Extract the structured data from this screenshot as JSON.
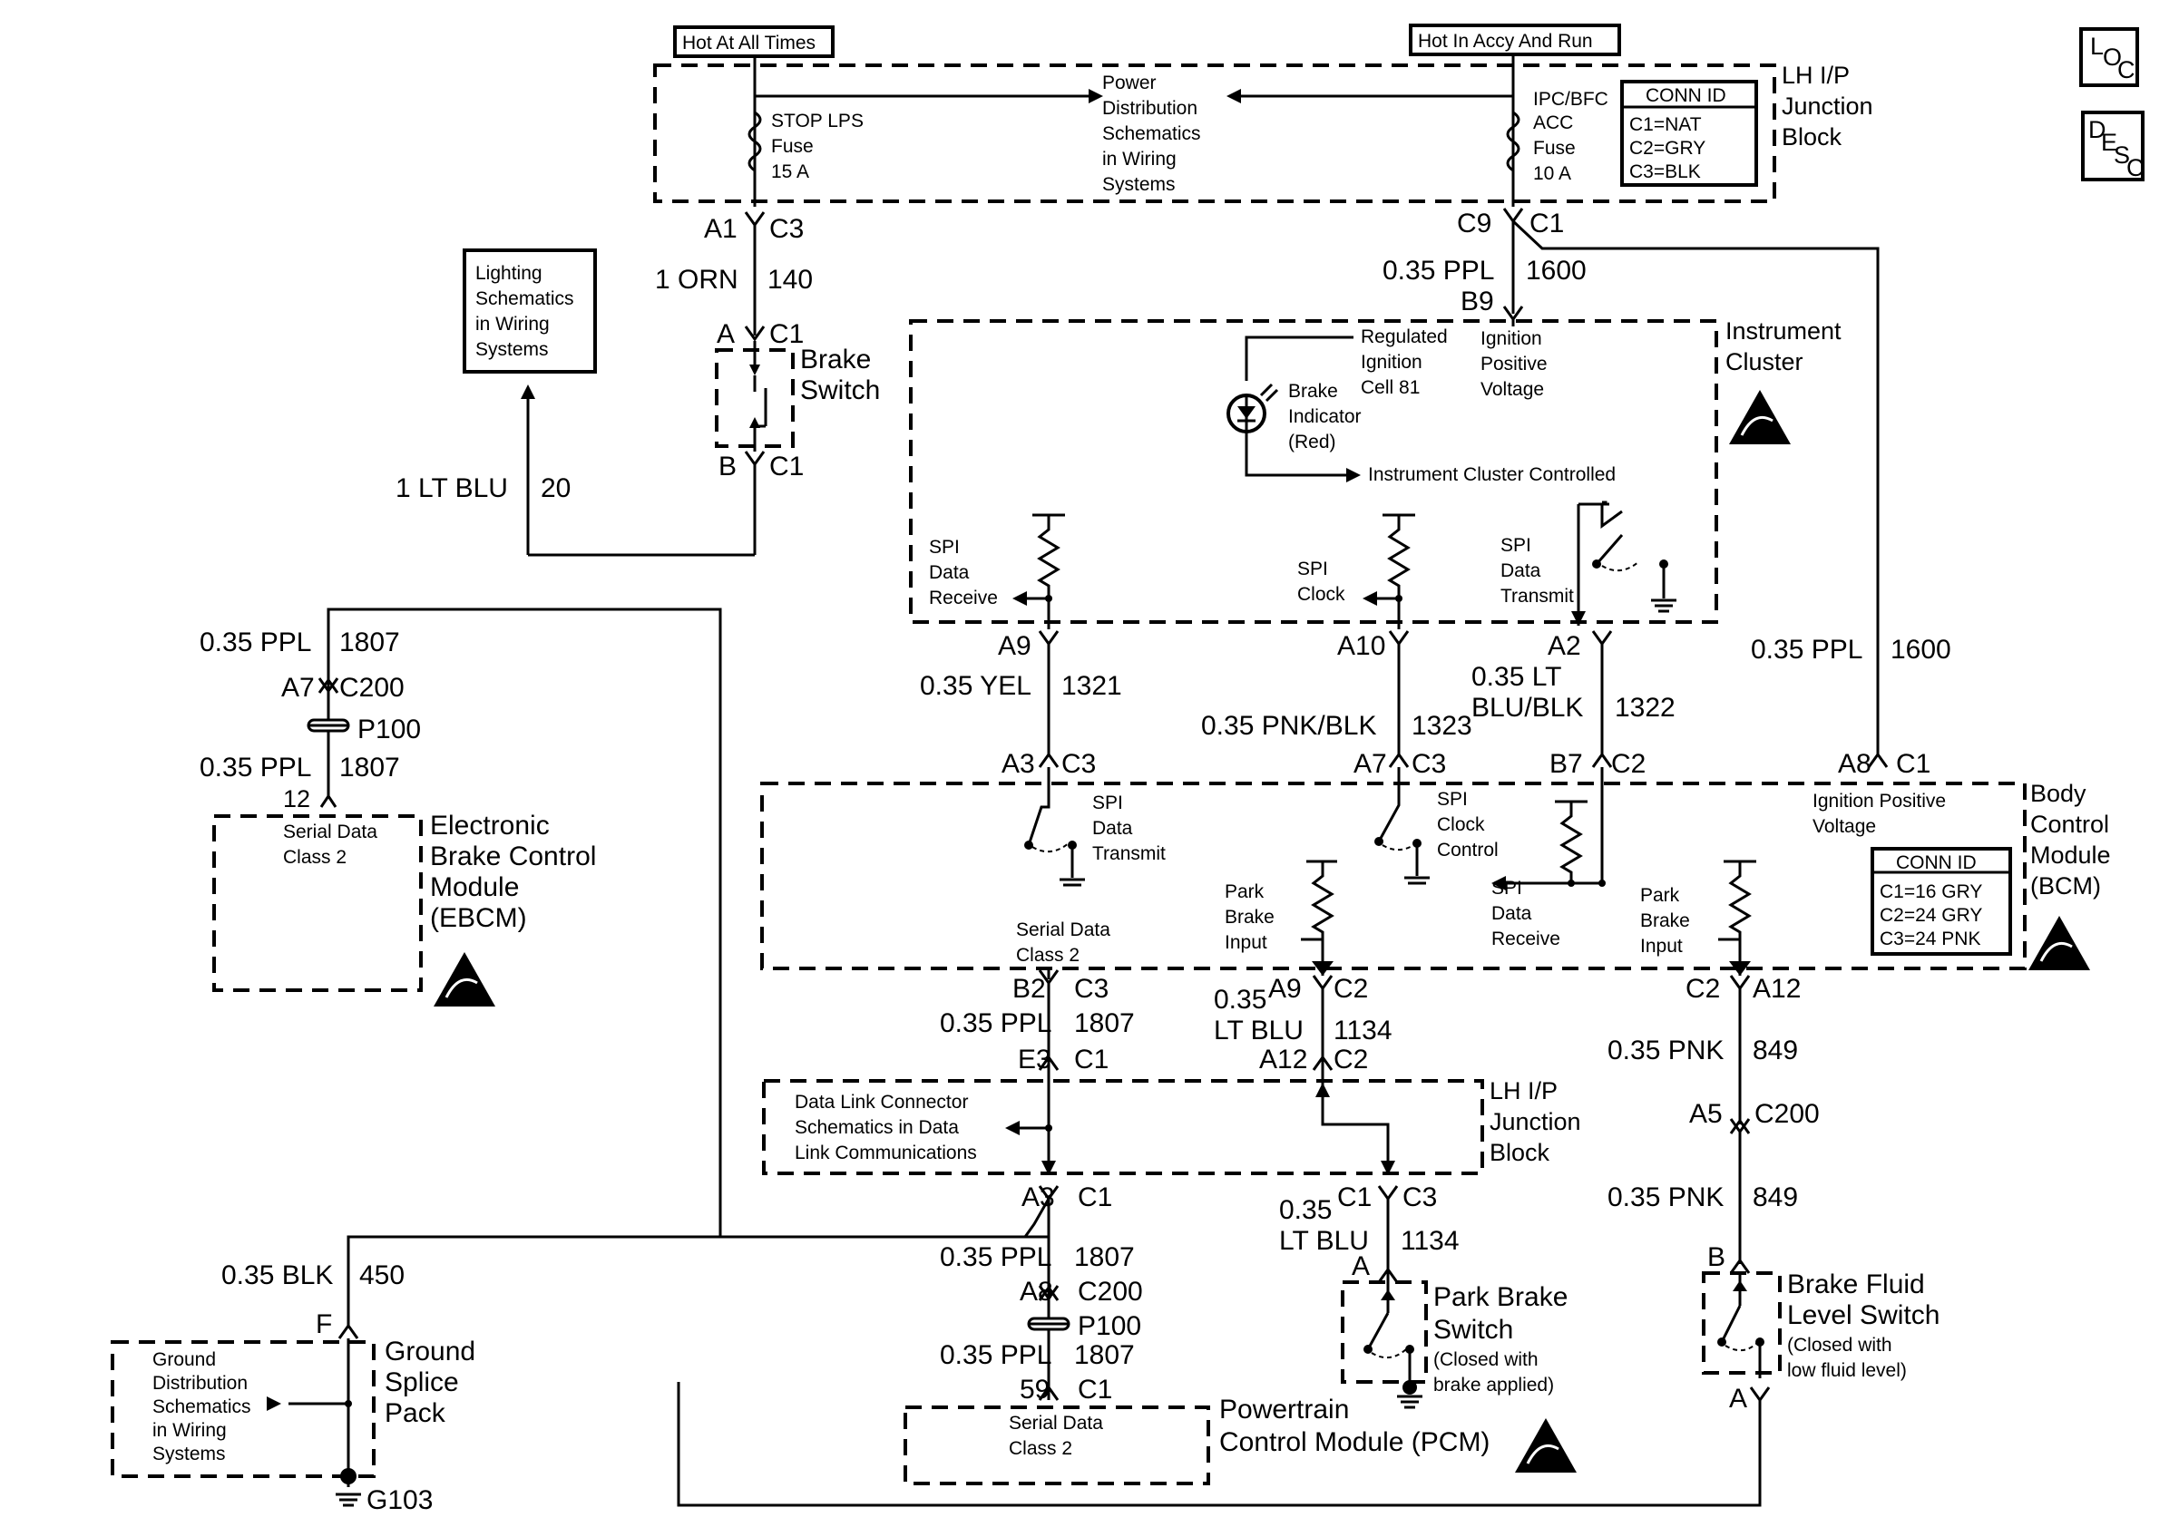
{
  "header": {
    "hot_all": "Hot At All Times",
    "hot_accy": "Hot In Accy And Run"
  },
  "icons": {
    "loc": [
      "L",
      "O",
      "C"
    ],
    "desc": [
      "D",
      "E",
      "S",
      "C"
    ]
  },
  "jb_top": {
    "title": [
      "LH I/P",
      "Junction",
      "Block"
    ],
    "stop_fuse": [
      "STOP LPS",
      "Fuse",
      "15 A"
    ],
    "power_dist": [
      "Power",
      "Distribution",
      "Schematics",
      "in Wiring",
      "Systems"
    ],
    "ipc_fuse": [
      "IPC/BFC",
      "ACC",
      "Fuse",
      "10 A"
    ],
    "conn_id": {
      "title": "CONN ID",
      "rows": [
        "C1=NAT",
        "C2=GRY",
        "C3=BLK"
      ]
    }
  },
  "conn": {
    "a1": "A1",
    "c3_a1": "C3",
    "c9": "C9",
    "c1_c9": "C1",
    "b9": "B9",
    "a_bs": "A",
    "c1_bs": "C1",
    "b_bs": "B",
    "c1_bs2": "C1",
    "a9": "A9",
    "a10": "A10",
    "a2": "A2",
    "a3": "A3",
    "c3_a3": "C3",
    "a7": "A7",
    "c3_a7": "C3",
    "b7": "B7",
    "c2_b7": "C2",
    "a8": "A8",
    "c1_a8": "C1",
    "a7e": "A7",
    "c200_e": "C200",
    "p100_e": "P100",
    "n12": "12",
    "b2": "B2",
    "c3_b2": "C3",
    "a9b": "A9",
    "c2_a9": "C2",
    "c2r": "C2",
    "a12r": "A12",
    "e3": "E3",
    "c1_e3": "C1",
    "a12j": "A12",
    "c2_a12": "C2",
    "a3j": "A3",
    "c1_a3j": "C1",
    "c1pb": "C1",
    "c3pb": "C3",
    "a5": "A5",
    "c200_r": "C200",
    "a8p": "A8",
    "c200_p": "C200",
    "p100_p": "P100",
    "n59": "59",
    "c1_59": "C1",
    "a_pbs": "A",
    "b_bfl": "B",
    "a_bfl": "A",
    "f": "F",
    "g103": "G103"
  },
  "wires": {
    "orn_gauge": "1 ORN",
    "orn_ckt": "140",
    "ppl1600_gauge": "0.35 PPL",
    "ppl1600_ckt": "1600",
    "ppl1600r_gauge": "0.35 PPL",
    "ppl1600r_ckt": "1600",
    "ltblu_gauge": "1 LT BLU",
    "ltblu_ckt": "20",
    "ppl1807a_gauge": "0.35 PPL",
    "ppl1807a_ckt": "1807",
    "ppl1807b_gauge": "0.35 PPL",
    "ppl1807b_ckt": "1807",
    "yel_gauge": "0.35 YEL",
    "yel_ckt": "1321",
    "pnk_gauge": "0.35 PNK/BLK",
    "pnk_ckt": "1323",
    "ltblublk_gauge": [
      "0.35 LT",
      "BLU/BLK"
    ],
    "ltblublk_ckt": "1322",
    "ppl1807c_gauge": "0.35 PPL",
    "ppl1807c_ckt": "1807",
    "ltblu1134a_gauge": [
      "0.35",
      "LT BLU"
    ],
    "ltblu1134a_ckt": "1134",
    "pnk849a_gauge": "0.35 PNK",
    "pnk849a_ckt": "849",
    "pnk849b_gauge": "0.35 PNK",
    "pnk849b_ckt": "849",
    "ppl1807d_gauge": "0.35 PPL",
    "ppl1807d_ckt": "1807",
    "ltblu1134b_gauge": [
      "0.35",
      "LT BLU"
    ],
    "ltblu1134b_ckt": "1134",
    "ppl1807e_gauge": "0.35 PPL",
    "ppl1807e_ckt": "1807",
    "blk_gauge": "0.35 BLK",
    "blk_ckt": "450"
  },
  "components": {
    "lighting": [
      "Lighting",
      "Schematics",
      "in Wiring",
      "Systems"
    ],
    "brake_switch": [
      "Brake",
      "Switch"
    ],
    "ic_title": [
      "Instrument",
      "Cluster"
    ],
    "ic_reg": [
      "Regulated",
      "Ignition",
      "Cell 81"
    ],
    "ic_ign": [
      "Ignition",
      "Positive",
      "Voltage"
    ],
    "ic_brake_ind": [
      "Brake",
      "Indicator",
      "(Red)"
    ],
    "ic_controlled": "Instrument Cluster Controlled",
    "ic_spi_rx": [
      "SPI",
      "Data",
      "Receive"
    ],
    "ic_spi_clk": [
      "SPI",
      "Clock"
    ],
    "ic_spi_tx": [
      "SPI",
      "Data",
      "Transmit"
    ],
    "ebcm_title": [
      "Electronic",
      "Brake Control",
      "Module",
      "(EBCM)"
    ],
    "ebcm_serial": [
      "Serial Data",
      "Class 2"
    ],
    "bcm_title": [
      "Body",
      "Control",
      "Module",
      "(BCM)"
    ],
    "bcm_spi_tx": [
      "SPI",
      "Data",
      "Transmit"
    ],
    "bcm_serial": [
      "Serial Data",
      "Class 2"
    ],
    "bcm_pbi1": [
      "Park",
      "Brake",
      "Input"
    ],
    "bcm_spi_clk": [
      "SPI",
      "Clock",
      "Control"
    ],
    "bcm_spi_rx": [
      "SPI",
      "Data",
      "Receive"
    ],
    "bcm_pbi2": [
      "Park",
      "Brake",
      "Input"
    ],
    "bcm_ign": [
      "Ignition Positive",
      "Voltage"
    ],
    "bcm_conn": {
      "title": "CONN ID",
      "rows": [
        "C1=16 GRY",
        "C2=24 GRY",
        "C3=24 PNK"
      ]
    },
    "jb_bot_title": [
      "LH I/P",
      "Junction",
      "Block"
    ],
    "dlc": [
      "Data Link Connector",
      "Schematics in Data",
      "Link Communications"
    ],
    "gsp_title": [
      "Ground",
      "Splice",
      "Pack"
    ],
    "gsp_text": [
      "Ground",
      "Distribution",
      "Schematics",
      "in Wiring",
      "Systems"
    ],
    "pbs_title": [
      "Park Brake",
      "Switch"
    ],
    "pbs_note": [
      "(Closed with",
      "brake applied)"
    ],
    "pcm_serial": [
      "Serial Data",
      "Class 2"
    ],
    "pcm_title": [
      "Powertrain",
      "Control Module (PCM)"
    ],
    "bfl_title": [
      "Brake Fluid",
      "Level Switch"
    ],
    "bfl_note": [
      "(Closed with",
      "low fluid level)"
    ]
  }
}
